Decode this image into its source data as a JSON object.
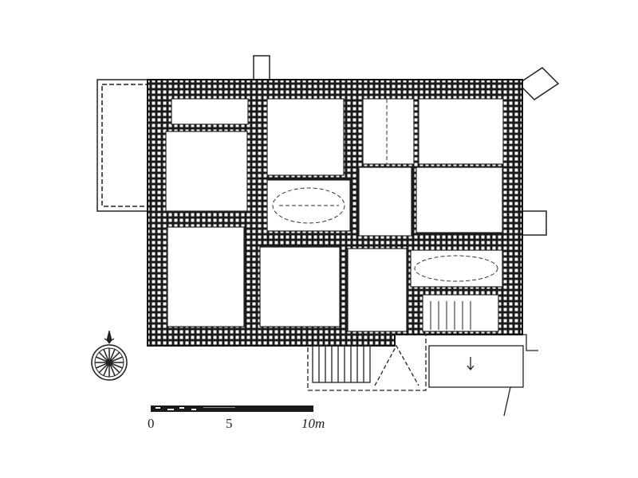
{
  "plan": {
    "type": "architectural floor plan",
    "wall_color": "#1a1a1a",
    "background": "#ffffff"
  },
  "scale_bar": {
    "ticks": [
      "0",
      "5",
      "10m"
    ]
  },
  "compass": {
    "icon": "compass-rose-icon"
  },
  "stair_arrow": {
    "icon": "arrow-down-icon"
  }
}
